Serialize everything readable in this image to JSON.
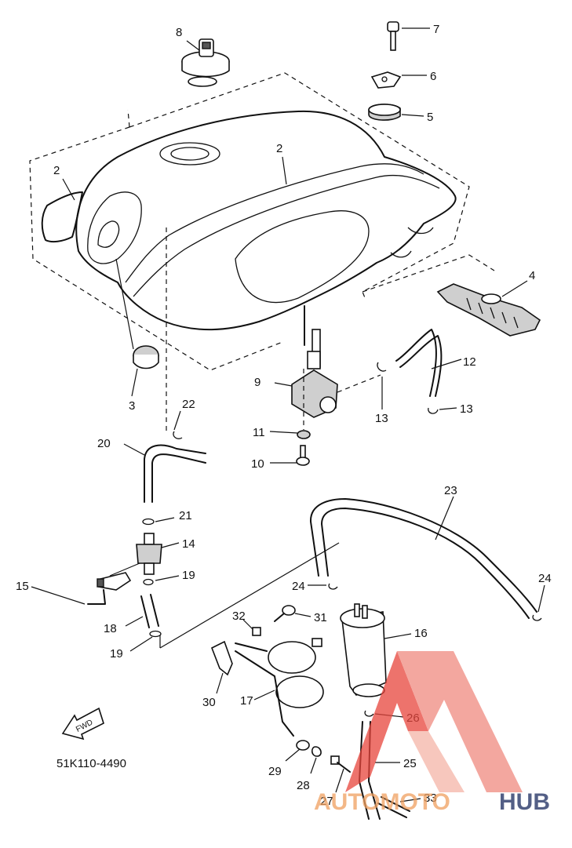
{
  "diagram": {
    "code": "51K110-4490",
    "fwd_label": "FWD",
    "callouts": {
      "c1": "2",
      "c2": "2",
      "c3": "3",
      "c4": "4",
      "c5": "5",
      "c6": "6",
      "c7": "7",
      "c8": "8",
      "c9": "9",
      "c10": "10",
      "c11": "11",
      "c12": "12",
      "c13a": "13",
      "c13b": "13",
      "c14": "14",
      "c15": "15",
      "c16": "16",
      "c17": "17",
      "c18": "18",
      "c19a": "19",
      "c19b": "19",
      "c20": "20",
      "c21": "21",
      "c22": "22",
      "c23": "23",
      "c24a": "24",
      "c24b": "24",
      "c25": "25",
      "c26": "26",
      "c27": "27",
      "c28": "28",
      "c29": "29",
      "c30": "30",
      "c31": "31",
      "c32": "32",
      "c33": "33"
    }
  },
  "watermark": {
    "text_a": "AUTOMOTO",
    "text_b": "HUB",
    "color_primary": "#e8453c",
    "color_secondary": "#f5a07a",
    "color_text_b": "#1a2a5e"
  }
}
